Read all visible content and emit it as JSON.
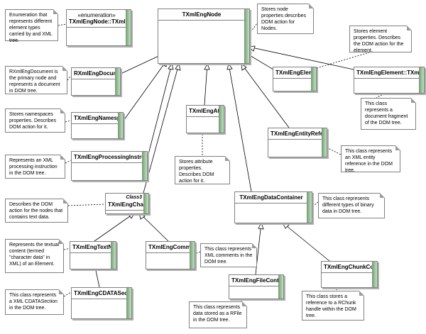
{
  "classes": {
    "node": "TXmlEngNode",
    "dom_node_type": {
      "stereotype": "«enumeration»",
      "name": "TXmlEngNode::TXmlEngDOMNodeType"
    },
    "document": "RXmlEngDocument",
    "element": "TXmlEngElement",
    "document_fragment": "TXmlEngElement::TXmlEngDocumentFragment",
    "namespace": "TXmlEngNamespace",
    "attr": "TXmlEngAttr",
    "entity_reference": "TXmlEngEntityReference",
    "processing_instruction": "TXmlEngProcessingInstruction",
    "character_data": {
      "tag": "Class3",
      "name": "TXmlEngCharacterData"
    },
    "data_container": "TXmlEngDataContainer",
    "text_node": "TXmlEngTextNode",
    "comment": "TXmlEngComment",
    "chunk_container": "TXmlEngChunkContainer",
    "file_container": "TXmlEngFileContainer",
    "cdata_section": "TXmlEngCDATASection"
  },
  "notes": {
    "enum_note": "Enumeration that represents different element types carried by and XML tree.",
    "node_note": "Stores node properties describes DOM action for Nodes.",
    "element_note": "Stores element properties. Describes the DOM action for the element.",
    "fragment_note": "This class represents a document fragment of the DOM tree.",
    "document_note": "RXmlEngDocument is the primary node and represents a document in DOM tree.",
    "namespace_note": "Stores namespaces properties. Describes DOM action for it.",
    "entity_note": "This class represents an XML entity reference in the DOM tree.",
    "pi_note": "Represents an XML processing instruction in the DOM tree.",
    "attr_note": "Stores attribute properties. Describes DOM action for it.",
    "chardata_note": "Describes the DOM action for the nodes that contains text data.",
    "datacontainer_note": "This class represents different types of binary data in DOM tree.",
    "textnode_note": "Represents the textual content (termed \"character data\" in XML) of an Element.",
    "comment_note": "This class represents XML comments in the DOM tree.",
    "cdata_note": "This class represents a XML CDATASection in the DOM tree.",
    "file_note": "This class represents data stored as a RFile in the DOM tree.",
    "chunk_note": "This class stores a reference to a RChunk handle within the DOM tree."
  }
}
